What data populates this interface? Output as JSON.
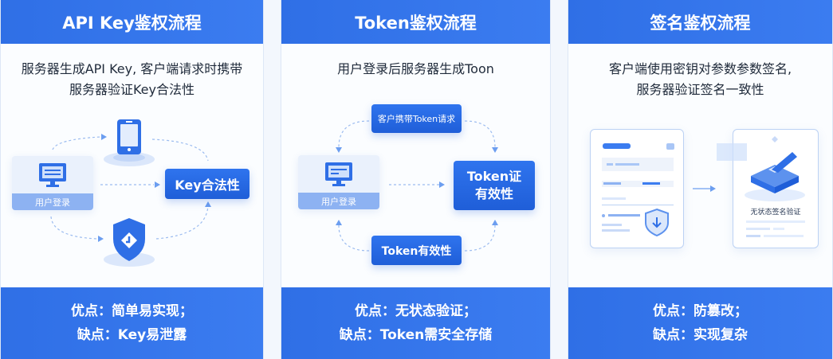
{
  "panels": [
    {
      "title": "API Key鉴权流程",
      "desc": [
        "服务器生成API Key, 客户端请求时携带",
        "服务器验证Key合法性"
      ],
      "diagram": {
        "login": "用户登录",
        "result": "Key合法性",
        "icons": [
          "monitor-icon",
          "phone-icon",
          "shield-icon"
        ]
      },
      "pros": "优点：简单易实现；",
      "cons": "缺点：Key易泄露"
    },
    {
      "title": "Token鉴权流程",
      "desc": [
        "用户登录后服务器生成Toon"
      ],
      "diagram": {
        "login": "用户登录",
        "request": "客户携带Token请求",
        "result": "Token证 有效性",
        "validity": "Token有效性"
      },
      "pros": "优点：无状态验证；",
      "cons": "缺点：Token需安全存储"
    },
    {
      "title": "签名鉴权流程",
      "desc": [
        "客户端使用密钥对参数参数签名,",
        "服务器验证签名一致性"
      ],
      "diagram": {
        "verify_caption": "无状态签名验证"
      },
      "pros": "优点：防篡改；",
      "cons": "缺点：实现复杂"
    }
  ],
  "colors": {
    "accent": "#2f6fe6",
    "light": "#eaf1fc"
  }
}
